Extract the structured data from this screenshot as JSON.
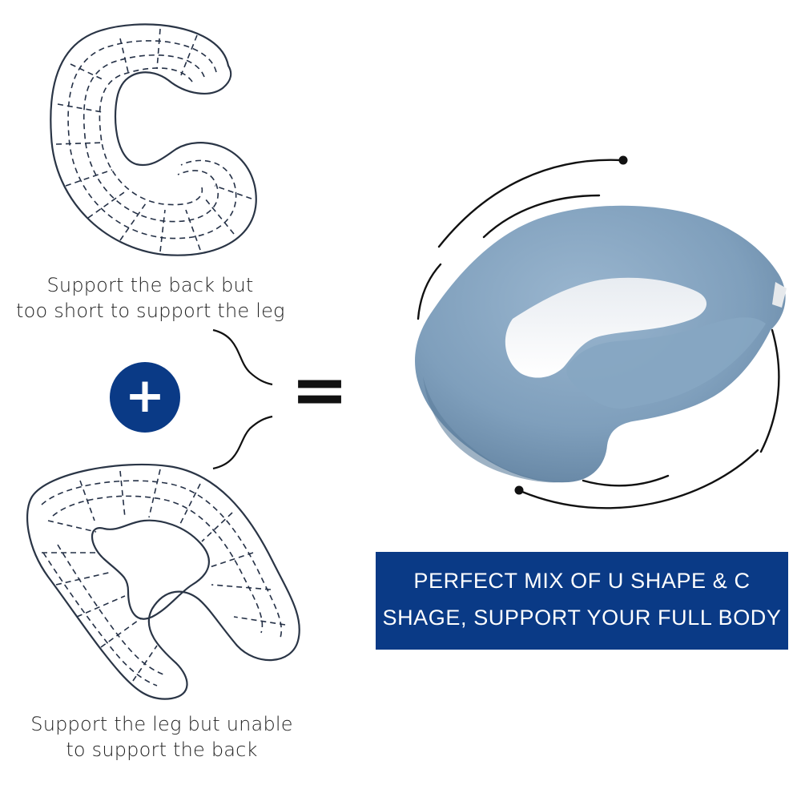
{
  "colors": {
    "navy": "#0a3a86",
    "pillow_blue": "#7f9fbc",
    "pillow_shadow": "#5e7e9c",
    "line": "#2a3546",
    "dash": "#243046"
  },
  "icons": {
    "plus": "plus-icon",
    "equals": "equals-icon"
  },
  "c_pillow": {
    "caption_line1": "Support the back but",
    "caption_line2": "too short to support the leg"
  },
  "u_pillow": {
    "caption_line1": "Support the leg but unable",
    "caption_line2": "to support the back"
  },
  "operator": {
    "plus": "+",
    "equals": "="
  },
  "banner": {
    "line1": "PERFECT MIX OF U SHAPE & C",
    "line2": "SHAGE, SUPPORT YOUR FULL BODY"
  }
}
